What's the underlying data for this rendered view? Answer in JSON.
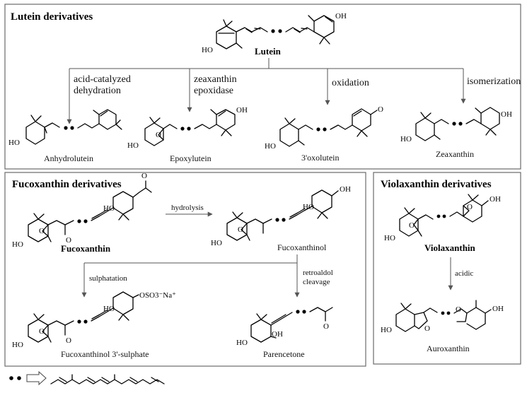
{
  "panels": {
    "lutein": {
      "title": "Lutein derivatives",
      "parent": "Lutein",
      "branches": [
        {
          "reaction": [
            "acid-catalyzed",
            "dehydration"
          ],
          "product": "Anhydrolutein"
        },
        {
          "reaction": [
            "zeaxanthin",
            "epoxidase"
          ],
          "product": "Epoxylutein"
        },
        {
          "reaction": [
            "oxidation"
          ],
          "product": "3'oxolutein"
        },
        {
          "reaction": [
            "isomerization"
          ],
          "product": "Zeaxanthin"
        }
      ]
    },
    "fucoxanthin": {
      "title": "Fucoxanthin derivatives",
      "parent": "Fucoxanthin",
      "step1": {
        "reaction": "hydrolysis",
        "product": "Fucoxanthinol"
      },
      "step2": {
        "reaction": "sulphatation",
        "product": "Fucoxanthinol 3'-sulphate"
      },
      "step3": {
        "reaction": [
          "retroaldol",
          "cleavage"
        ],
        "product": "Parencetone"
      }
    },
    "violaxanthin": {
      "title": "Violaxanthin derivatives",
      "parent": "Violaxanthin",
      "step": {
        "reaction": "acidic",
        "product": "Auroxanthin"
      }
    }
  },
  "atoms": {
    "oh": "OH",
    "ho": "HO",
    "o": "O",
    "sulphate_group": "OSO3⁻Na⁺"
  },
  "legend": {
    "symbol": "• •",
    "meaning_icon": "polyene-chain-icon",
    "arrow_icon": "open-arrow-icon"
  }
}
